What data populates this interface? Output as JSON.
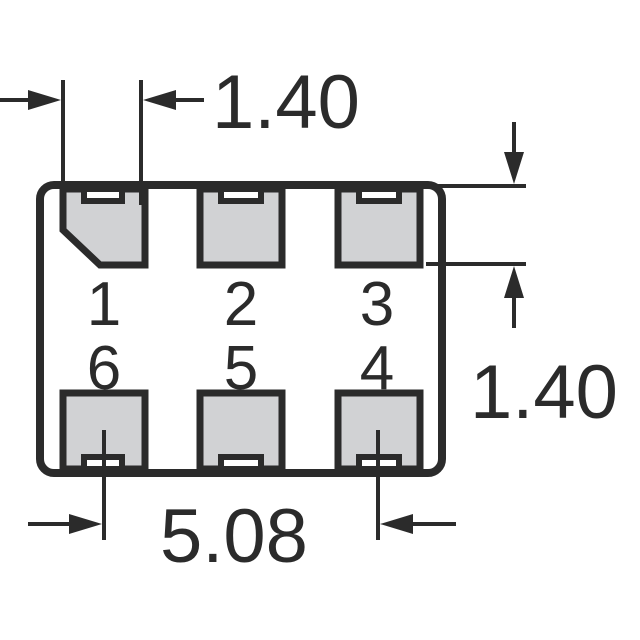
{
  "diagram": {
    "dimensions": {
      "pin_width": "1.40",
      "pad_pitch_vertical": "1.40",
      "overall_span": "5.08"
    },
    "pins": [
      {
        "number": "1",
        "row": "top",
        "column": 1,
        "pin1_chamfer": true
      },
      {
        "number": "2",
        "row": "top",
        "column": 2,
        "pin1_chamfer": false
      },
      {
        "number": "3",
        "row": "top",
        "column": 3,
        "pin1_chamfer": false
      },
      {
        "number": "6",
        "row": "bottom",
        "column": 1,
        "pin1_chamfer": false
      },
      {
        "number": "5",
        "row": "bottom",
        "column": 2,
        "pin1_chamfer": false
      },
      {
        "number": "4",
        "row": "bottom",
        "column": 3,
        "pin1_chamfer": false
      }
    ],
    "colors": {
      "outline": "#2b2b2b",
      "pad_fill": "#d1d2d4",
      "background": "#ffffff"
    }
  }
}
